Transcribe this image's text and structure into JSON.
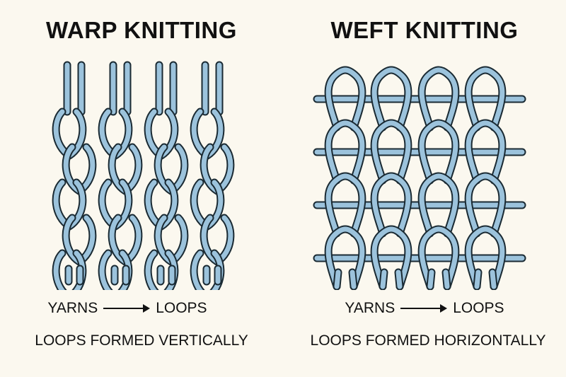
{
  "warp": {
    "title": "WARP KNITTING",
    "from_label": "YARNS",
    "to_label": "LOOPS",
    "caption": "LOOPS FORMED VERTICALLY"
  },
  "weft": {
    "title": "WEFT KNITTING",
    "from_label": "YARNS",
    "to_label": "LOOPS",
    "caption": "LOOPS FORMED HORIZONTALLY"
  },
  "colors": {
    "yarn_fill": "#9cc3dc",
    "yarn_outline": "#1a2a33",
    "background": "#fbf8ef"
  }
}
